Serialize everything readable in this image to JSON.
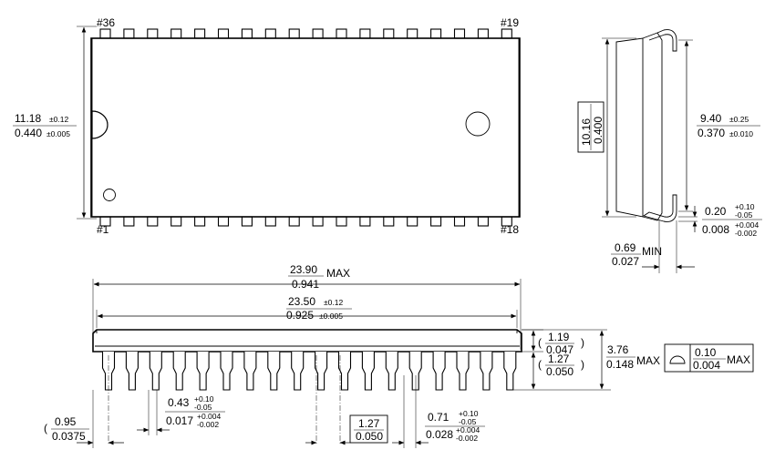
{
  "top_view": {
    "pin_first_top": "#36",
    "pin_last_top": "#19",
    "pin_first_bottom": "#1",
    "pin_last_bottom": "#18",
    "pins_per_side": 18,
    "width_mm": "11.18",
    "width_mm_tol": "±0.12",
    "width_in": "0.440",
    "width_in_tol": "±0.005"
  },
  "side_view": {
    "row_spacing_mm": "10.16",
    "row_spacing_in": "0.400",
    "lead_span_mm": "9.40",
    "lead_span_mm_tol": "±0.25",
    "lead_span_in": "0.370",
    "lead_span_in_tol": "±0.010",
    "lead_thickness_mm": "0.20",
    "lead_thickness_mm_tol_plus": "+0.10",
    "lead_thickness_mm_tol_minus": "-0.05",
    "lead_thickness_in": "0.008",
    "lead_thickness_in_tol_plus": "+0.004",
    "lead_thickness_in_tol_minus": "-0.002",
    "standoff_mm": "0.69",
    "standoff_in": "0.027",
    "standoff_suffix": "MIN"
  },
  "front_view": {
    "overall_length_mm": "23.90",
    "overall_length_in": "0.941",
    "overall_length_suffix": "MAX",
    "body_length_mm": "23.50",
    "body_length_mm_tol": "±0.12",
    "body_length_in": "0.925",
    "body_length_in_tol": "±0.005",
    "body_thick_mm": "1.19",
    "body_thick_in": "0.047",
    "lead_length_mm": "1.27",
    "lead_length_in": "0.050",
    "total_height_mm": "3.76",
    "total_height_in": "0.148",
    "total_height_suffix": "MAX",
    "flatness_mm": "0.10",
    "flatness_in": "0.004",
    "flatness_suffix": "MAX",
    "end_offset_mm": "0.95",
    "end_offset_in": "0.0375",
    "lead_width_mm": "0.43",
    "lead_width_mm_tol_plus": "+0.10",
    "lead_width_mm_tol_minus": "-0.05",
    "lead_width_in": "0.017",
    "lead_width_in_tol_plus": "+0.004",
    "lead_width_in_tol_minus": "-0.002",
    "pitch_mm": "1.27",
    "pitch_in": "0.050",
    "shoulder_width_mm": "0.71",
    "shoulder_width_mm_tol_plus": "+0.10",
    "shoulder_width_mm_tol_minus": "-0.05",
    "shoulder_width_in": "0.028",
    "shoulder_width_in_tol_plus": "+0.004",
    "shoulder_width_in_tol_minus": "-0.002",
    "paren_open": "(",
    "paren_close": ")"
  }
}
